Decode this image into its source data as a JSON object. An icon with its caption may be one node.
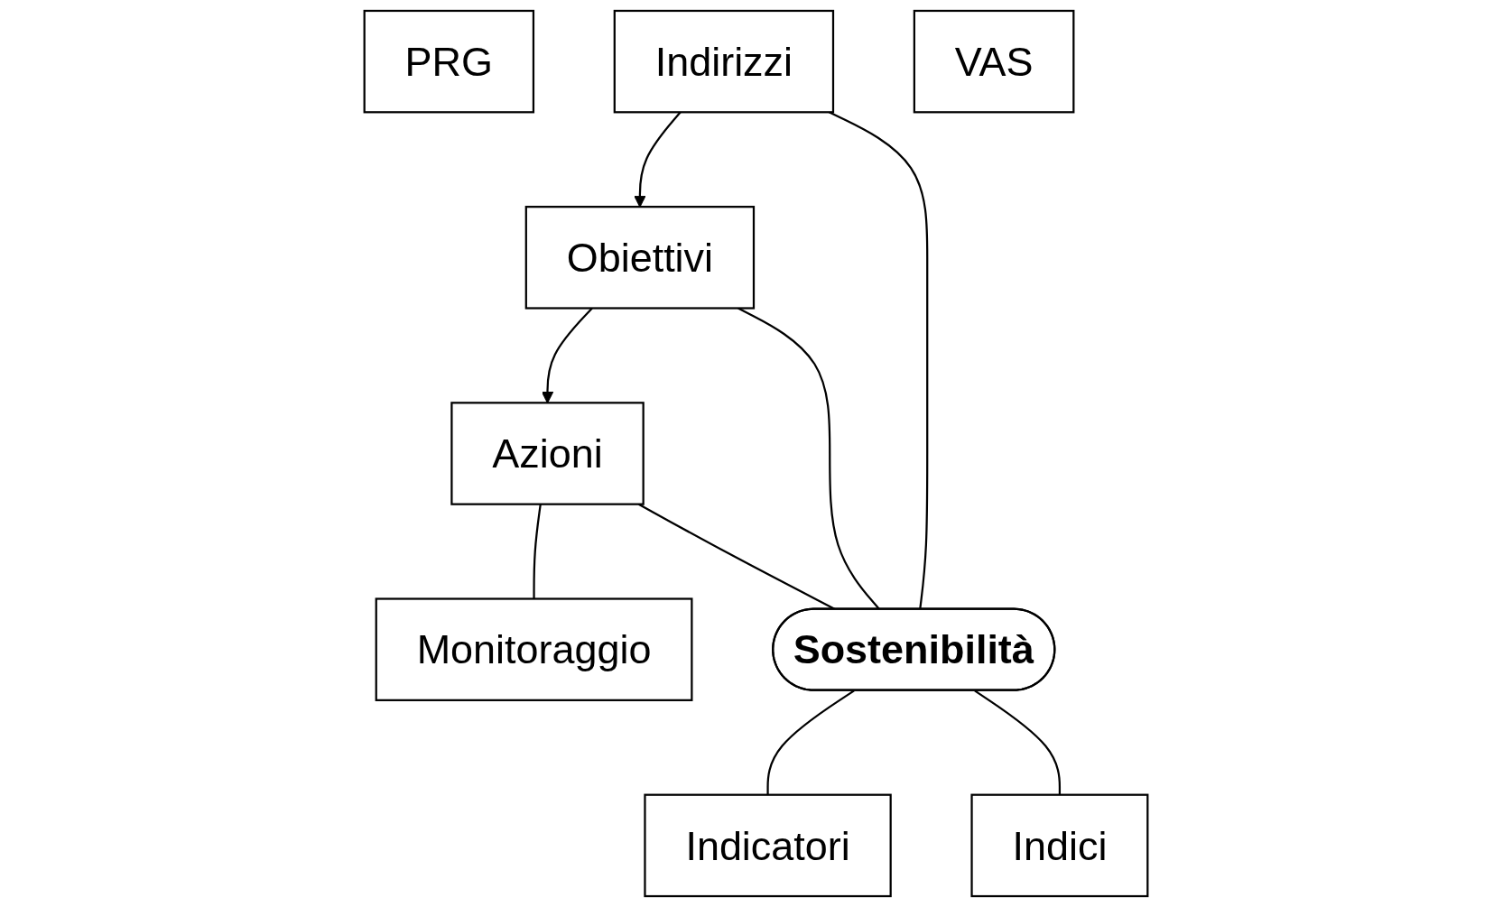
{
  "diagram": {
    "nodes": [
      {
        "text": [
          "PRG"
        ]
      },
      {
        "text": [
          "Indirizzi"
        ]
      },
      {
        "text": [
          "Obiettivi"
        ]
      },
      {
        "text": [
          "Azioni"
        ]
      },
      {
        "text": [
          "Monitoraggio"
        ]
      },
      {
        "text": [
          "Sostenibilità"
        ]
      },
      {
        "text": [
          "Indicatori"
        ]
      },
      {
        "text": [
          "Indici"
        ]
      },
      {
        "text": [
          "VAS"
        ]
      }
    ],
    "edges": [
      {
        "from": 1,
        "to": 2,
        "arrow": "to"
      },
      {
        "from": 2,
        "to": 3,
        "arrow": "to"
      },
      {
        "from": 3,
        "to": 4,
        "arrow": "none"
      },
      {
        "from": 1,
        "to": 5,
        "arrow": "none"
      },
      {
        "from": 2,
        "to": 5,
        "arrow": "none"
      },
      {
        "from": 3,
        "to": 5,
        "arrow": "none"
      },
      {
        "from": 5,
        "to": 6,
        "arrow": "none"
      },
      {
        "from": 5,
        "to": 7,
        "arrow": "none"
      }
    ]
  }
}
